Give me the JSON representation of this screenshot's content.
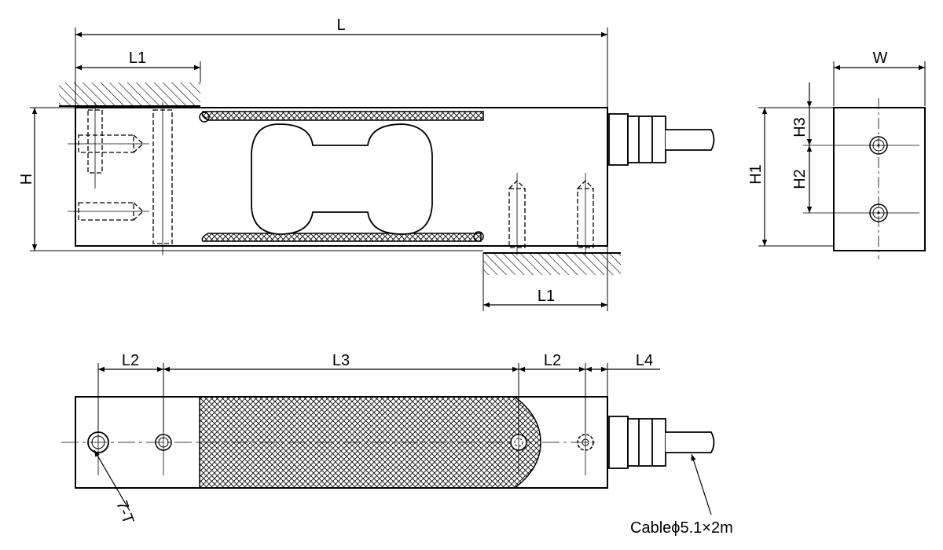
{
  "drawing": {
    "front_view": {
      "dim_length": "L",
      "dim_mount_length_top": "L1",
      "dim_mount_length_bottom": "L1",
      "dim_height": "H"
    },
    "end_view": {
      "dim_width": "W",
      "dim_total_hole_height": "H1",
      "dim_hole_spacing": "H2",
      "dim_top_hole_offset": "H3"
    },
    "top_view": {
      "dim_l2_left": "L2",
      "dim_l3": "L3",
      "dim_l2_right": "L2",
      "dim_l4": "L4",
      "hole_callout": "7-T",
      "cable_spec": "Cableϕ5.1×2m"
    }
  }
}
